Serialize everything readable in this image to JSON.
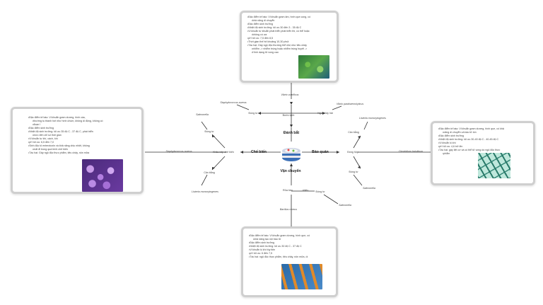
{
  "center": {
    "icon": "food-container-icon"
  },
  "branches": {
    "top": "Đánh bắt",
    "left": "Chế biến",
    "right": "Bảo quản",
    "bottom": "Vận chuyển"
  },
  "labels": {
    "top_node": "Bước lạnh",
    "top_left": "Đúng tư",
    "top_left_far": "Staphylococcus aureus",
    "top_right": "Người lấy hải",
    "top_right_far": "Vibrio parahaemolyticus",
    "top_up": "Vibrio vulnificus",
    "left_node": "Khâu xếp chế biến",
    "left_up": "Đúng tư",
    "left_up_far": "Salmonella",
    "left_down": "Cân bằng",
    "left_down_far": "Listeria monocytogenes",
    "left_far": "Staphylococcus aureus",
    "right_node": "Đóng hộp",
    "right_up": "Cân bằng",
    "right_up_far": "Listeria monocytogenes",
    "right_down": "Đóng tư",
    "right_down_far": "Salmonella",
    "right_far": "Clostridium botulinum",
    "bottom_node": "Rửa bảo",
    "bottom_right": "Đóng tư",
    "bottom_right_far": "Salmonella",
    "bottom_mid": "nhiều",
    "bottom_down": "Bacillus cereus"
  },
  "cards": {
    "top": {
      "lines": [
        "Đặc điểm tế bào: Vi khuẩn gram âm, hình que cong, có",
        "khả năng di chuyển",
        "Đặc điểm sinh trưởng",
        "Nhiệt độ sinh trưởng: tối ưu 30 đến 3 - 35 độ C",
        "Vi khuẩn tự khuẩn phát triển phát triển thi, có thể hoặc",
        "không có ưa",
        "pH tối ưu: 7,5 đến 8,5",
        "Thời gian thế hệ khoảng 10-30 phút",
        "Tác hại: Gây ngộ độc thường thể nhẹ như tiêu chảy",
        "nhiễm -> nhiễm trùng hoặc nhiễm trùng huyết ->",
        "Hình dạng tử vong cao"
      ],
      "image": "bacteria-rods-green"
    },
    "left": {
      "lines": [
        "Đặc điểm tế bào: Vi khuẩn gram dương, hình cầu,",
        "thường tụ thành hơi như hình chùm, không di động, không có",
        "đoạn l",
        "Đặc điểm sinh trưởng",
        "Nhiệt độ sinh trưởng: tối ưu 35 độ C - 37 độ C, phát triển",
        "mức đến chỉ số thời gian",
        "Vi khuẩn tự khí, cách, khí",
        "pH tối ưu: 6,5 đến 7,0",
        "Sinh độc tố enterotoxin và khả năng chịu nhiệt, không",
        "mất đi trong quá trình chế biến",
        "Tác hại: Gây ngộ độc thực phẩm, tiêu chảy, nôn mửa"
      ],
      "image": "bacteria-cocci-purple"
    },
    "right": {
      "lines": [
        "Đặc điểm tế bào: Vi khuẩn gram dương, hình que, có khả",
        "năng di chuyển và bào tử kín",
        "Đặc điểm sinh trưởng",
        "Nhiệt độ sinh trưởng: tối ưu 30-40 độ C - 40-45 độ C",
        "Vi khuẩn kị khí",
        "pH tối ưu: 4,6 trở lên",
        "Tác hại: gây liệt cơ và có thể tử vong do ngộ độc thực",
        "phẩm"
      ],
      "image": "bacteria-spores-teal"
    },
    "bottom": {
      "lines": [
        "Đặc điểm tế bào: Vi khuẩn gram dương, hình que, có",
        "khả năng tạo nội bào tử",
        "Đặc điểm sinh trưởng",
        "Nhiệt độ sinh trưởng: tối ưu 30 độ C - 37 độ C",
        "Vi khuẩn kị khí tùy tiện",
        "pH tối ưu: 6 đến 7,5",
        "Tác hại: ngộ độc thực phẩm, tiêu chảy, nôn mửa, ói"
      ],
      "image": "bacteria-rods-orange"
    }
  }
}
